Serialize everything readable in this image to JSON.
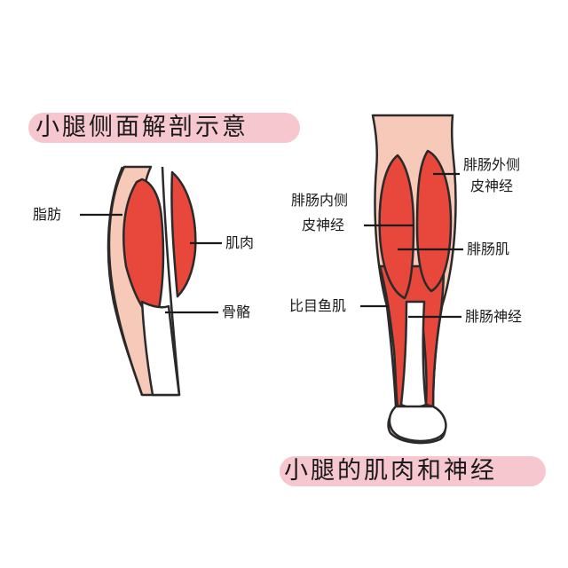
{
  "left_diagram": {
    "title": "小腿侧面解剖示意",
    "labels": {
      "fat": "脂肪",
      "muscle": "肌肉",
      "bone": "骨骼"
    }
  },
  "right_diagram": {
    "title": "小腿的肌肉和神经",
    "labels": {
      "lateral_nerve_line1": "腓肠外侧",
      "lateral_nerve_line2": "皮神经",
      "medial_nerve_line1": "腓肠内侧",
      "medial_nerve_line2": "皮神经",
      "gastrocnemius": "腓肠肌",
      "soleus": "比目鱼肌",
      "sural_nerve": "腓肠神经"
    }
  },
  "colors": {
    "muscle": "#e8473c",
    "skin": "#f7c9b8",
    "outline": "#2a2a2a",
    "title_band": "#f7c7cf"
  }
}
